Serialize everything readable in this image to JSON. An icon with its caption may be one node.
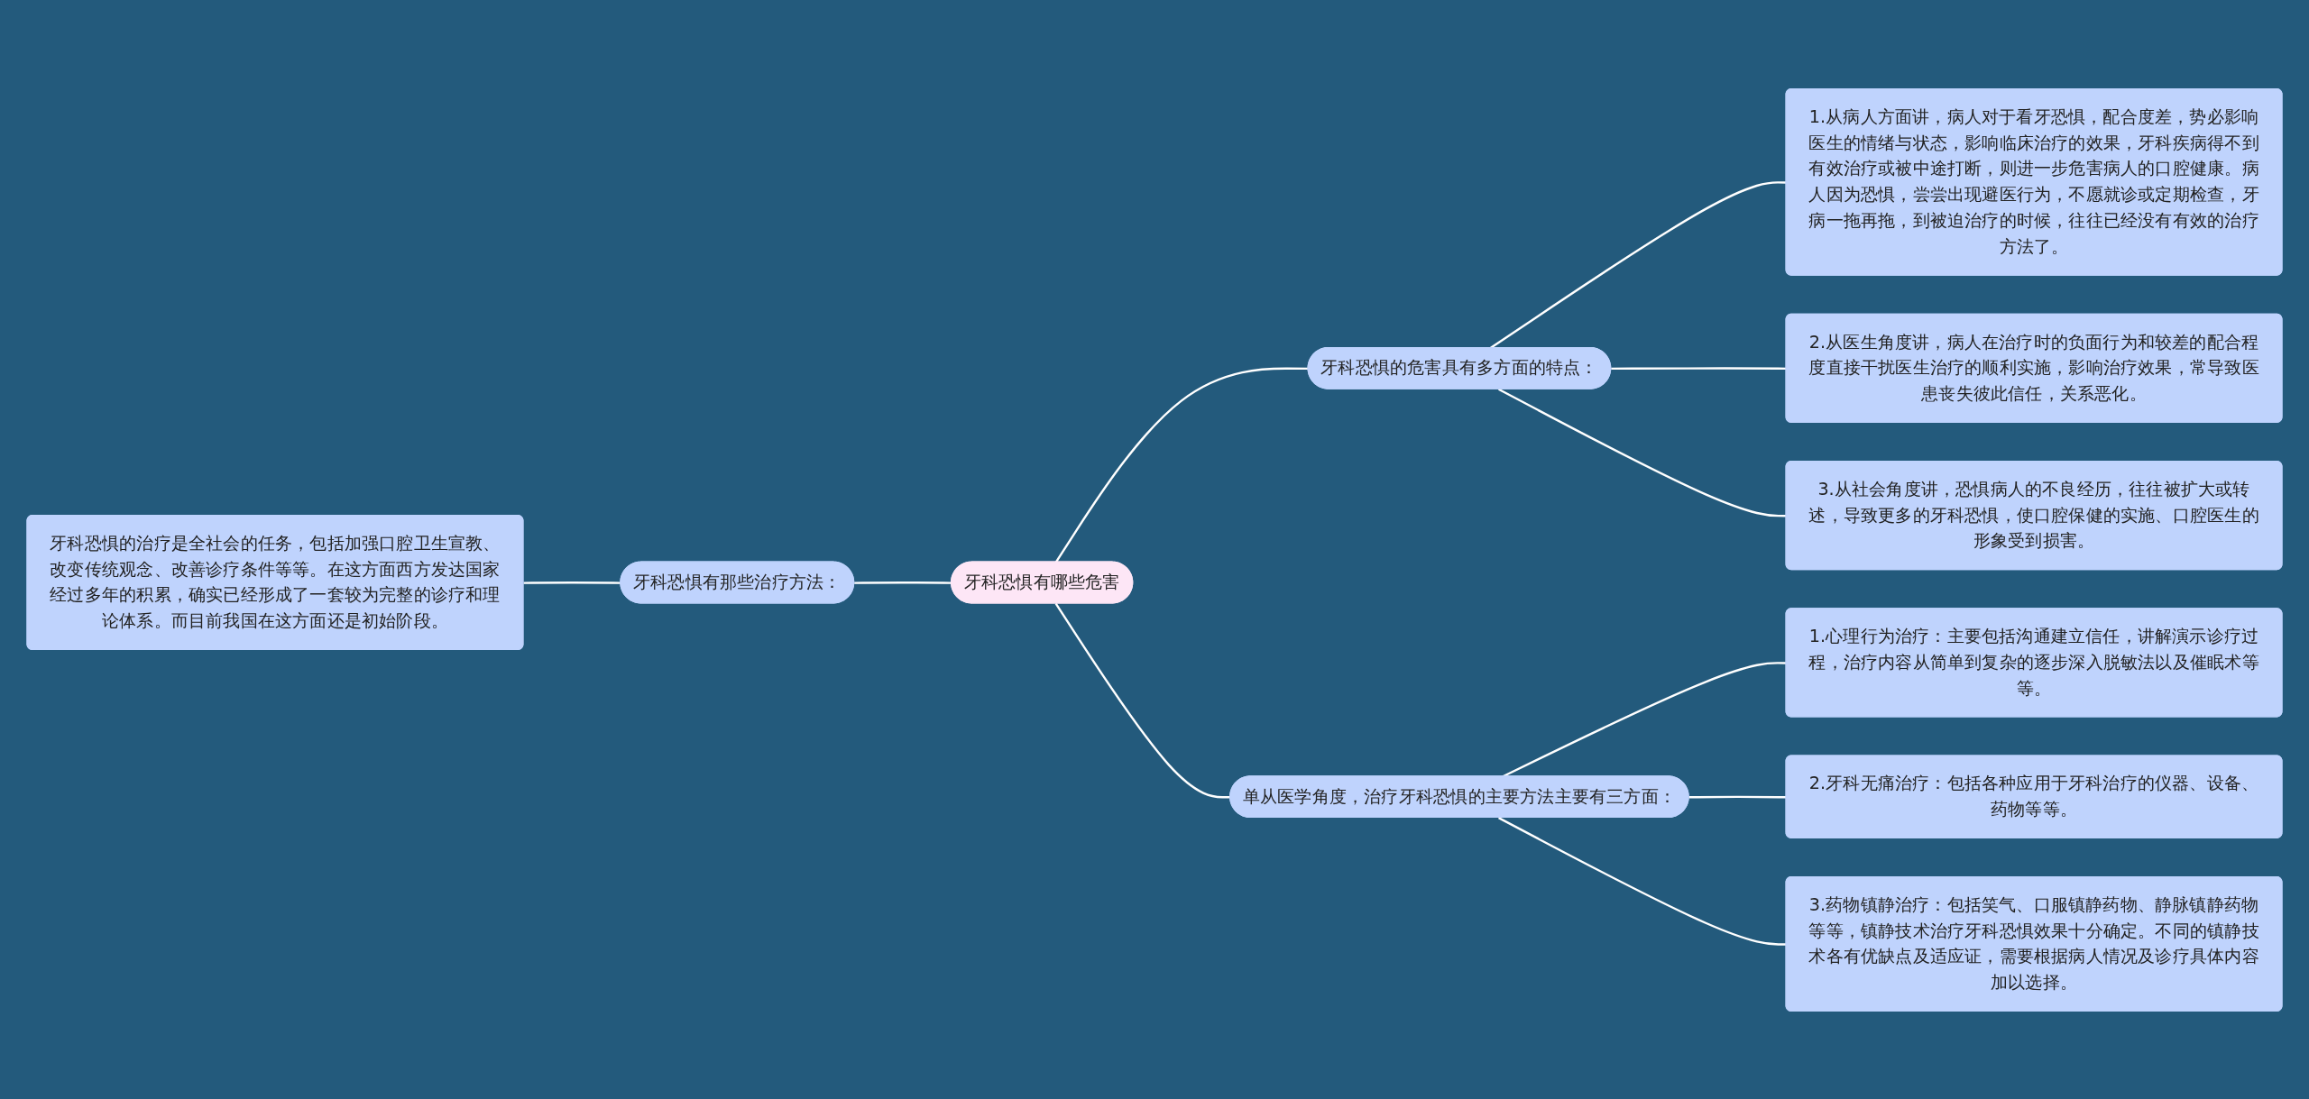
{
  "diagram": {
    "nodes": [
      {
        "text": [
          "牙科恐惧有哪些危害"
        ]
      },
      {
        "text": [
          "牙科恐惧的危害具有多方面的特点："
        ]
      },
      {
        "text": [
          "1.从病人方面讲，病人对于看牙恐惧，配合度差，势必影响医生的情绪与状态，影响临床治疗的效果，牙科疾病得不到有效治疗或被中途打断，则进一步危害病人的口腔健康。病人因为恐惧，尝尝出现避医行为，不愿就诊或定期检查，牙病一拖再拖，到被迫治疗的时候，往往已经没有有效的治疗方法了。"
        ]
      },
      {
        "text": [
          "2.从医生角度讲，病人在治疗时的负面行为和较差的配合程度直接干扰医生治疗的顺利实施，影响治疗效果，常导致医患丧失彼此信任，关系恶化。"
        ]
      },
      {
        "text": [
          "3.从社会角度讲，恐惧病人的不良经历，往往被扩大或转述，导致更多的牙科恐惧，使口腔保健的实施、口腔医生的形象受到损害。"
        ]
      },
      {
        "text": [
          "单从医学角度，治疗牙科恐惧的主要方法主要有三方面："
        ]
      },
      {
        "text": [
          "1.心理行为治疗：主要包括沟通建立信任，讲解演示诊疗过程，治疗内容从简单到复杂的逐步深入脱敏法以及催眠术等等。"
        ]
      },
      {
        "text": [
          "2.牙科无痛治疗：包括各种应用于牙科治疗的仪器、设备、药物等等。"
        ]
      },
      {
        "text": [
          "3.药物镇静治疗：包括笑气、口服镇静药物、静脉镇静药物等等，镇静技术治疗牙科恐惧效果十分确定。不同的镇静技术各有优缺点及适应证，需要根据病人情况及诊疗具体内容加以选择。"
        ]
      },
      {
        "text": [
          "牙科恐惧有那些治疗方法："
        ]
      },
      {
        "text": [
          "牙科恐惧的治疗是全社会的任务，包括加强口腔卫生宣教、改变传统观念、改善诊疗条件等等。在这方面西方发达国家经过多年的积累，确实已经形成了一套较为完整的诊疗和理论体系。而目前我国在这方面还是初始阶段。"
        ]
      }
    ],
    "edges": [
      {
        "from": 0,
        "to": 1,
        "arrow": "none"
      },
      {
        "from": 1,
        "to": 2,
        "arrow": "none"
      },
      {
        "from": 1,
        "to": 3,
        "arrow": "none"
      },
      {
        "from": 1,
        "to": 4,
        "arrow": "none"
      },
      {
        "from": 0,
        "to": 5,
        "arrow": "none"
      },
      {
        "from": 5,
        "to": 6,
        "arrow": "none"
      },
      {
        "from": 5,
        "to": 7,
        "arrow": "none"
      },
      {
        "from": 5,
        "to": 8,
        "arrow": "none"
      },
      {
        "from": 9,
        "to": 0,
        "arrow": "none"
      },
      {
        "from": 10,
        "to": 9,
        "arrow": "none"
      }
    ]
  }
}
